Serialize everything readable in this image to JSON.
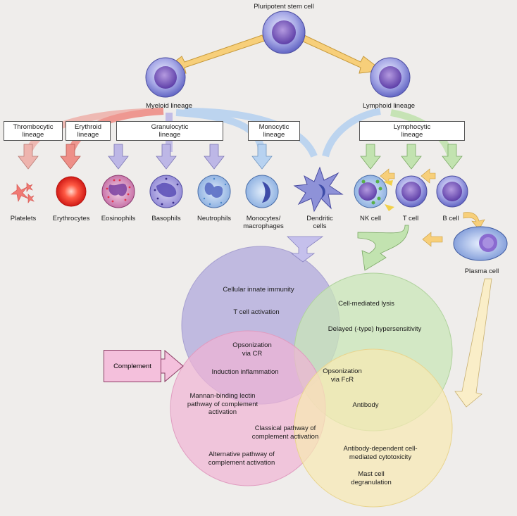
{
  "diagram": {
    "stem_cell": "Pluripotent stem cell",
    "myeloid": "Myeloid lineage",
    "lymphoid": "Lymphoid lineage",
    "lineages": {
      "thrombocytic": "Thrombocytic\nlineage",
      "erythroid": "Erythroid\nlineage",
      "granulocytic": "Granulocytic\nlineage",
      "monocytic": "Monocytic\nlineage",
      "lymphocytic": "Lymphocytic\nlineage"
    },
    "cells": {
      "platelets": "Platelets",
      "erythrocytes": "Erythrocytes",
      "eosinophils": "Eosinophils",
      "basophils": "Basophils",
      "neutrophils": "Neutrophils",
      "monocytes": "Monocytes/\nmacrophages",
      "dendritic": "Dendritic\ncells",
      "nk": "NK cell",
      "t": "T cell",
      "b": "B cell",
      "plasma": "Plasma cell"
    },
    "complement": "Complement",
    "venn": {
      "cellular_innate": "Cellular innate immunity",
      "t_activation": "T cell activation",
      "cell_mediated_lysis": "Cell-mediated lysis",
      "delayed_hypersensitivity": "Delayed (-type) hypersensitivity",
      "opsonization_cr": "Opsonization\nvia CR",
      "induction_inflammation": "Induction inflammation",
      "opsonization_fcr": "Opsonization\nvia FcR",
      "mannan": "Mannan-binding lectin\npathway of complement\nactivation",
      "antibody": "Antibody",
      "classical": "Classical pathway of\ncomplement activation",
      "alternative": "Alternative pathway of\ncomplement activation",
      "adcc": "Antibody-dependent cell-\nmediated cytotoxicity",
      "mast_cell": "Mast cell\ndegranulation"
    },
    "colors": {
      "venn_purple": "#b7b0de",
      "venn_green": "#c9e6b8",
      "venn_pink": "#f1b3d4",
      "venn_yellow": "#f7e9b3",
      "cell_blue": "#8d8ed8",
      "arrow_orange": "#f7cf7a",
      "erythro_red": "#e8302a"
    }
  }
}
